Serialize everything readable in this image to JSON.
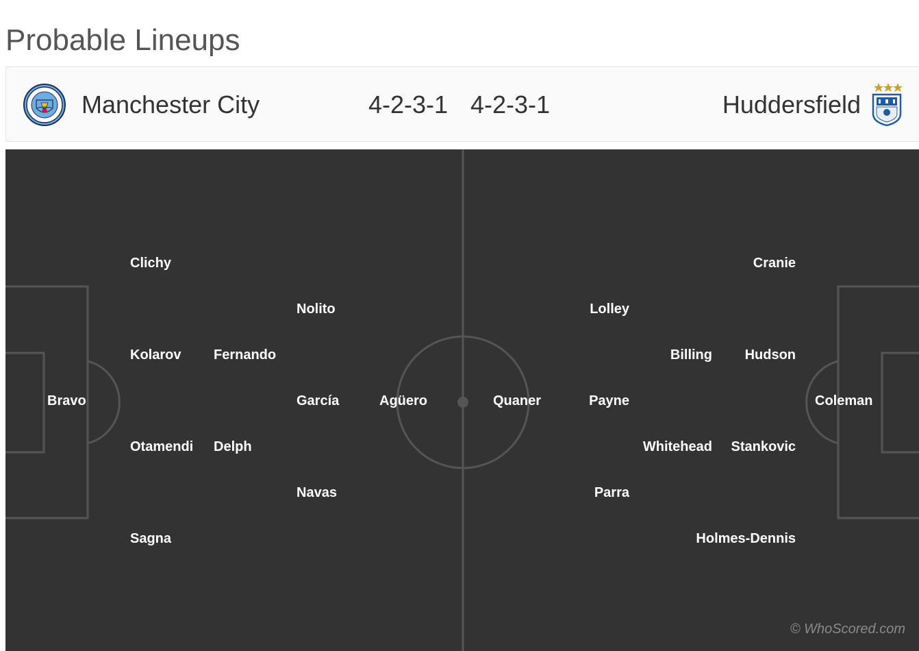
{
  "page": {
    "title": "Probable Lineups"
  },
  "match": {
    "home": {
      "name": "Manchester City",
      "formation": "4-2-3-1",
      "crest": "manchester-city-crest"
    },
    "away": {
      "name": "Huddersfield",
      "formation": "4-2-3-1",
      "crest": "huddersfield-crest"
    }
  },
  "lineups": {
    "home": {
      "goalkeeper": "Bravo",
      "defenders": [
        "Clichy",
        "Kolarov",
        "Otamendi",
        "Sagna"
      ],
      "defensive_midfielders": [
        "Fernando",
        "Delph"
      ],
      "attacking_midfielders": [
        "Nolito",
        "García",
        "Navas"
      ],
      "forward": "Agüero"
    },
    "away": {
      "goalkeeper": "Coleman",
      "defenders": [
        "Cranie",
        "Hudson",
        "Stankovic",
        "Holmes-Dennis"
      ],
      "defensive_midfielders": [
        "Billing",
        "Whitehead"
      ],
      "attacking_midfielders": [
        "Lolley",
        "Payne",
        "Parra"
      ],
      "forward": "Quaner"
    }
  },
  "watermark": "© WhoScored.com",
  "colors": {
    "pitch": "#333333",
    "pitch_lines": "#555555",
    "player_text": "#ffffff",
    "title_text": "#555555"
  }
}
